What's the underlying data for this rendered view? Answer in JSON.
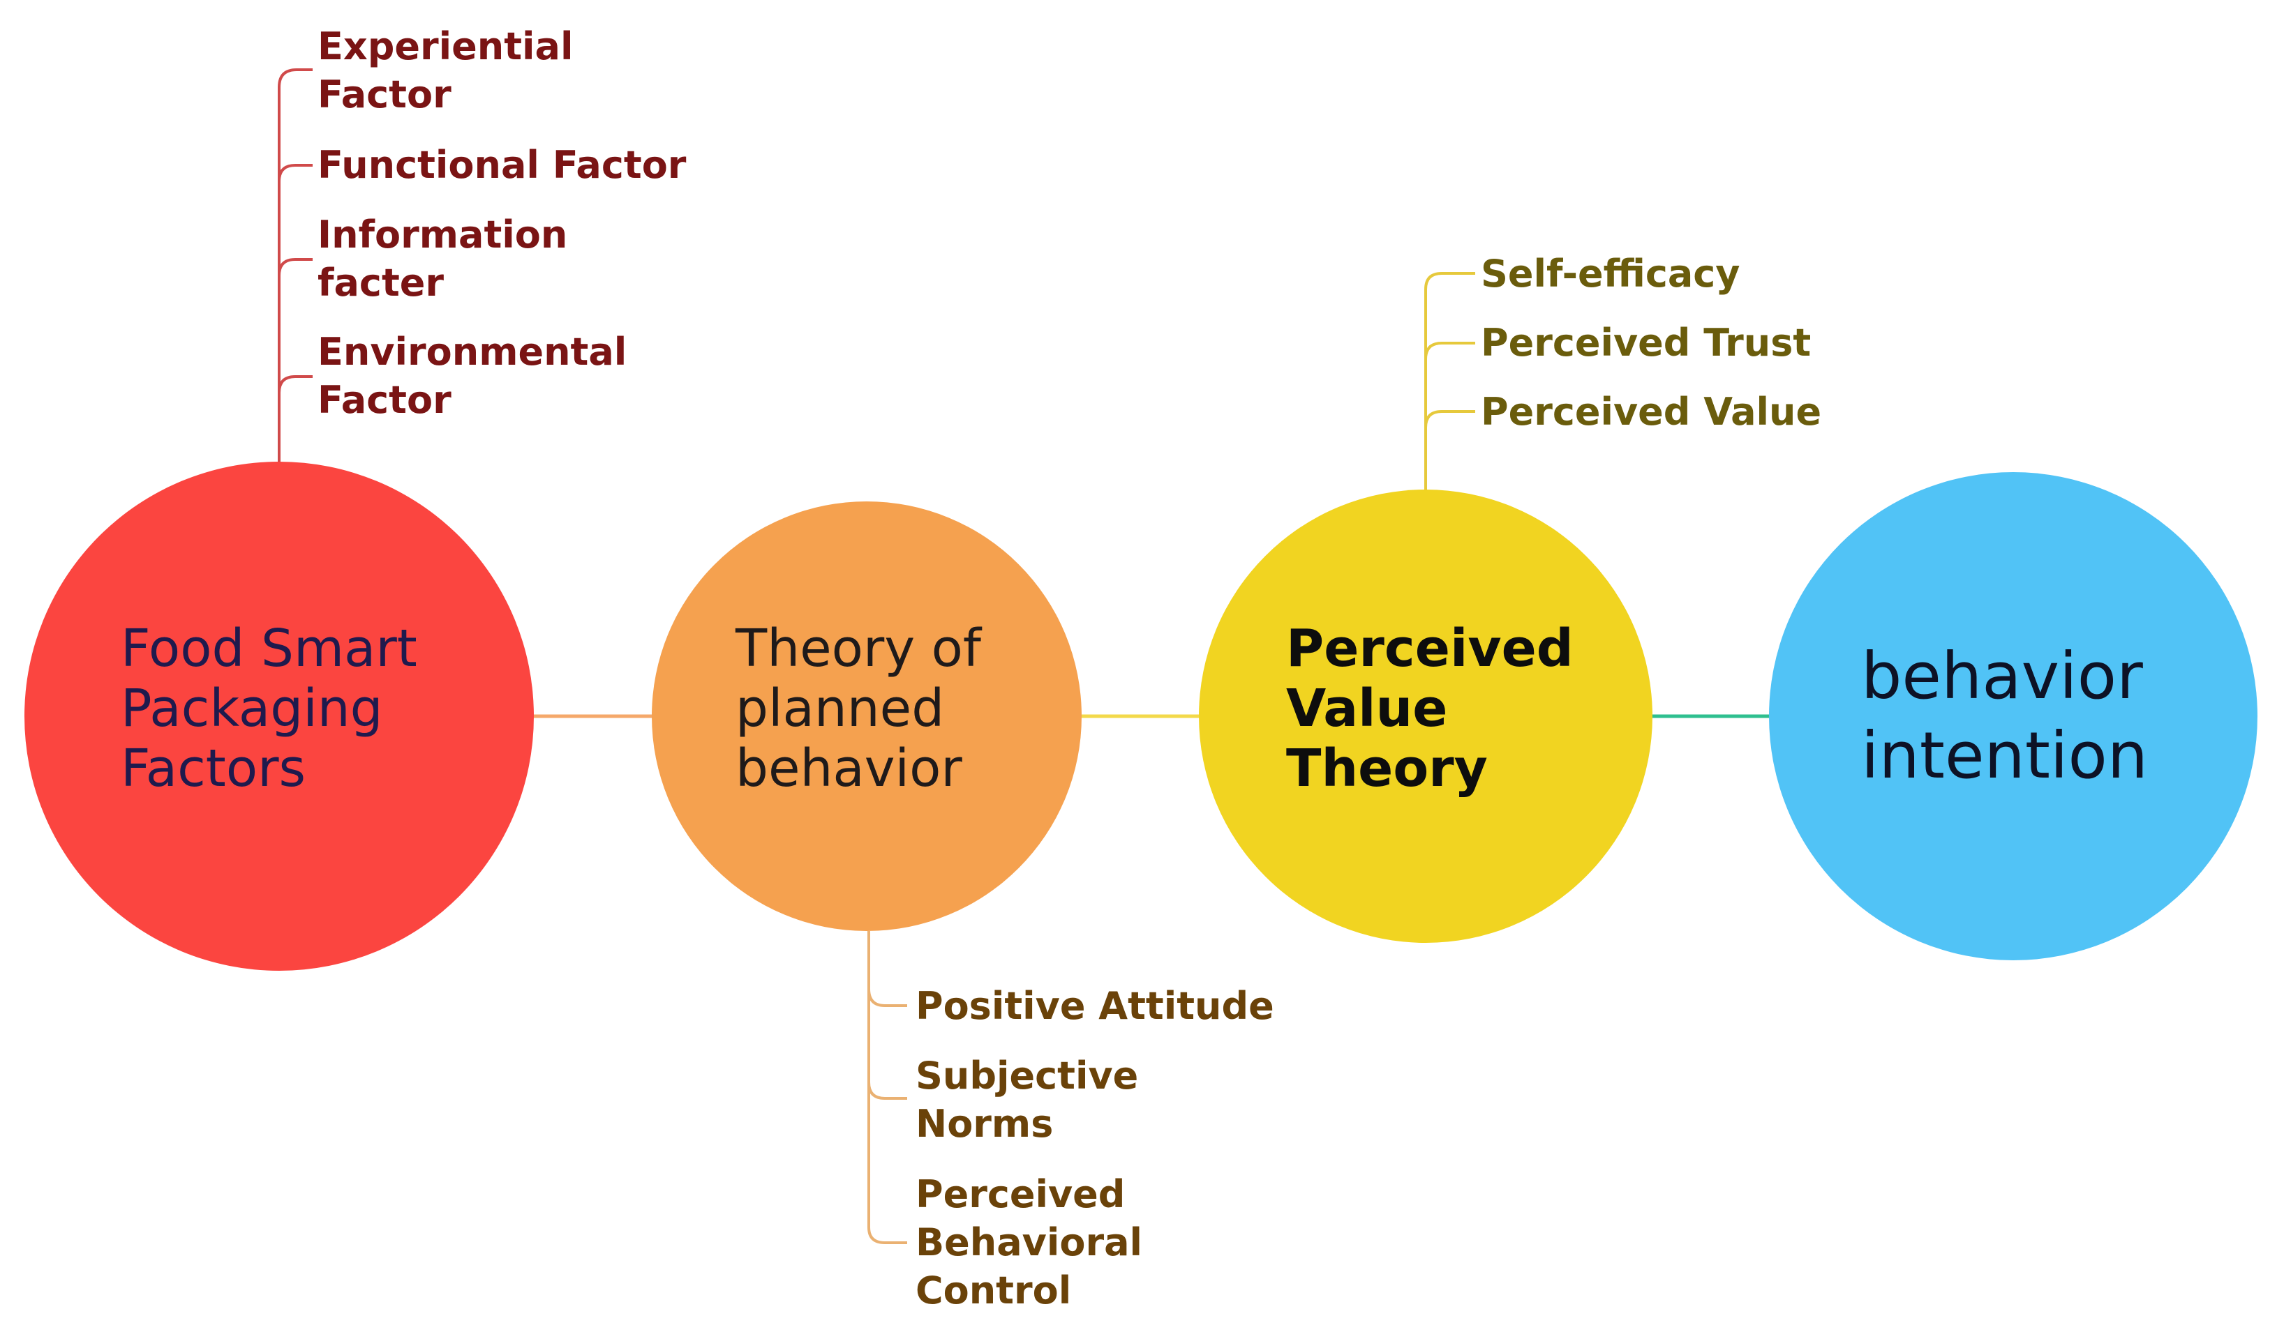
{
  "nodes": {
    "food_smart_packaging": {
      "lines": [
        "Food Smart",
        "Packaging",
        "Factors"
      ],
      "color": "#fb4540",
      "children": [
        [
          "Experiential",
          "Factor"
        ],
        [
          "Functional Factor"
        ],
        [
          "Information",
          "facter"
        ],
        [
          "Environmental",
          "Factor"
        ]
      ]
    },
    "theory_planned_behavior": {
      "lines": [
        "Theory of",
        "planned",
        "behavior"
      ],
      "color": "#f5a14f",
      "children": [
        [
          "Positive Attitude"
        ],
        [
          "Subjective",
          "Norms"
        ],
        [
          "Perceived",
          "Behavioral",
          "Control"
        ]
      ]
    },
    "perceived_value_theory": {
      "lines": [
        "Perceived",
        "Value",
        "Theory"
      ],
      "color": "#f1d421",
      "children": [
        [
          "Self-efficacy"
        ],
        [
          "Perceived Trust"
        ],
        [
          "Perceived Value"
        ]
      ]
    },
    "behavior_intention": {
      "lines": [
        "behavior",
        "intention"
      ],
      "color": "#51c3f6",
      "children": []
    }
  },
  "connector_colors": {
    "food_to_tpb": "#f5a86a",
    "tpb_to_pvt": "#f3d94a",
    "pvt_to_bi": "#2fbf8f",
    "food_branch": "#d04a4a",
    "tpb_branch": "#eab172",
    "pvt_branch": "#e6c93c"
  }
}
